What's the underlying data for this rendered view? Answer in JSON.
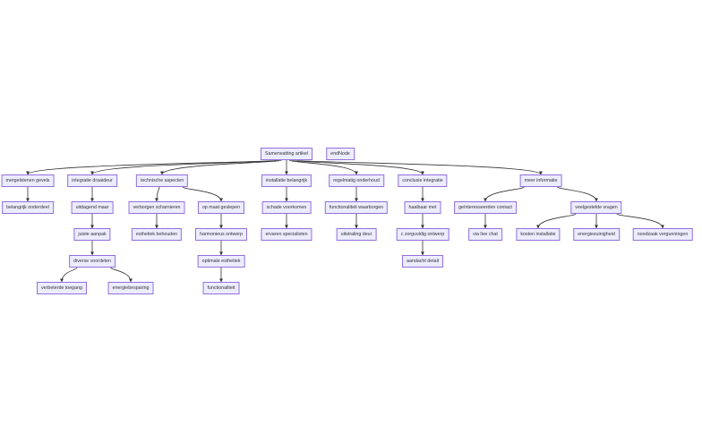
{
  "diagram": {
    "type": "flowchart",
    "colors": {
      "node_fill": "#ECECFF",
      "node_border": "#9370DB",
      "edge": "#333333"
    },
    "nodes": [
      {
        "id": "root",
        "label": "Samenvatting artikel"
      },
      {
        "id": "endNode",
        "label": "endNode"
      },
      {
        "id": "a",
        "label": "mergelstenen gevels"
      },
      {
        "id": "b",
        "label": "integratie draaideur"
      },
      {
        "id": "c",
        "label": "technische aspecten"
      },
      {
        "id": "d",
        "label": "installatie belangrijk"
      },
      {
        "id": "e",
        "label": "regelmatig onderhoud"
      },
      {
        "id": "f",
        "label": "conclusie integratie"
      },
      {
        "id": "g",
        "label": "meer informatie"
      },
      {
        "id": "a1",
        "label": "belangrijk onderdeel"
      },
      {
        "id": "b1",
        "label": "uitdagend maar"
      },
      {
        "id": "c1",
        "label": "verborgen scharnieren"
      },
      {
        "id": "c2",
        "label": "op maat geslepen"
      },
      {
        "id": "d1",
        "label": "schade voorkomen"
      },
      {
        "id": "e1",
        "label": "functionaliteit waarborgen"
      },
      {
        "id": "f1",
        "label": "haalbaar met"
      },
      {
        "id": "g1",
        "label": "geïnteresseerden contact"
      },
      {
        "id": "g2",
        "label": "veelgestelde vragen"
      },
      {
        "id": "b2",
        "label": "juiste aanpak"
      },
      {
        "id": "c1a",
        "label": "esthetiek behouden"
      },
      {
        "id": "c2a",
        "label": "harmonieus ontwerp"
      },
      {
        "id": "d2",
        "label": "ervaren specialisten"
      },
      {
        "id": "e2",
        "label": "uitstraling deur"
      },
      {
        "id": "f2",
        "label": "c zorgvuldig ontwerp"
      },
      {
        "id": "g1a",
        "label": "via live chat"
      },
      {
        "id": "g2a",
        "label": "kosten installatie"
      },
      {
        "id": "g2b",
        "label": "energiezuinigheid"
      },
      {
        "id": "g2c",
        "label": "noodzaak vergunningen"
      },
      {
        "id": "b3",
        "label": "diverse voordelen"
      },
      {
        "id": "c2b",
        "label": "optimale esthetiek"
      },
      {
        "id": "f3",
        "label": "aandacht detail"
      },
      {
        "id": "b3a",
        "label": "verbeterde toegang"
      },
      {
        "id": "b3b",
        "label": "energiebesparing"
      },
      {
        "id": "c2c",
        "label": "functionaliteit"
      }
    ],
    "edges": [
      [
        "root",
        "a"
      ],
      [
        "root",
        "b"
      ],
      [
        "root",
        "c"
      ],
      [
        "root",
        "d"
      ],
      [
        "root",
        "e"
      ],
      [
        "root",
        "f"
      ],
      [
        "root",
        "g"
      ],
      [
        "a",
        "a1"
      ],
      [
        "b",
        "b1"
      ],
      [
        "b1",
        "b2"
      ],
      [
        "b2",
        "b3"
      ],
      [
        "b3",
        "b3a"
      ],
      [
        "b3",
        "b3b"
      ],
      [
        "c",
        "c1"
      ],
      [
        "c",
        "c2"
      ],
      [
        "c1",
        "c1a"
      ],
      [
        "c2",
        "c2a"
      ],
      [
        "c2a",
        "c2b"
      ],
      [
        "c2b",
        "c2c"
      ],
      [
        "d",
        "d1"
      ],
      [
        "d1",
        "d2"
      ],
      [
        "e",
        "e1"
      ],
      [
        "e1",
        "e2"
      ],
      [
        "f",
        "f1"
      ],
      [
        "f1",
        "f2"
      ],
      [
        "f2",
        "f3"
      ],
      [
        "g",
        "g1"
      ],
      [
        "g",
        "g2"
      ],
      [
        "g1",
        "g1a"
      ],
      [
        "g2",
        "g2a"
      ],
      [
        "g2",
        "g2b"
      ],
      [
        "g2",
        "g2c"
      ]
    ]
  }
}
